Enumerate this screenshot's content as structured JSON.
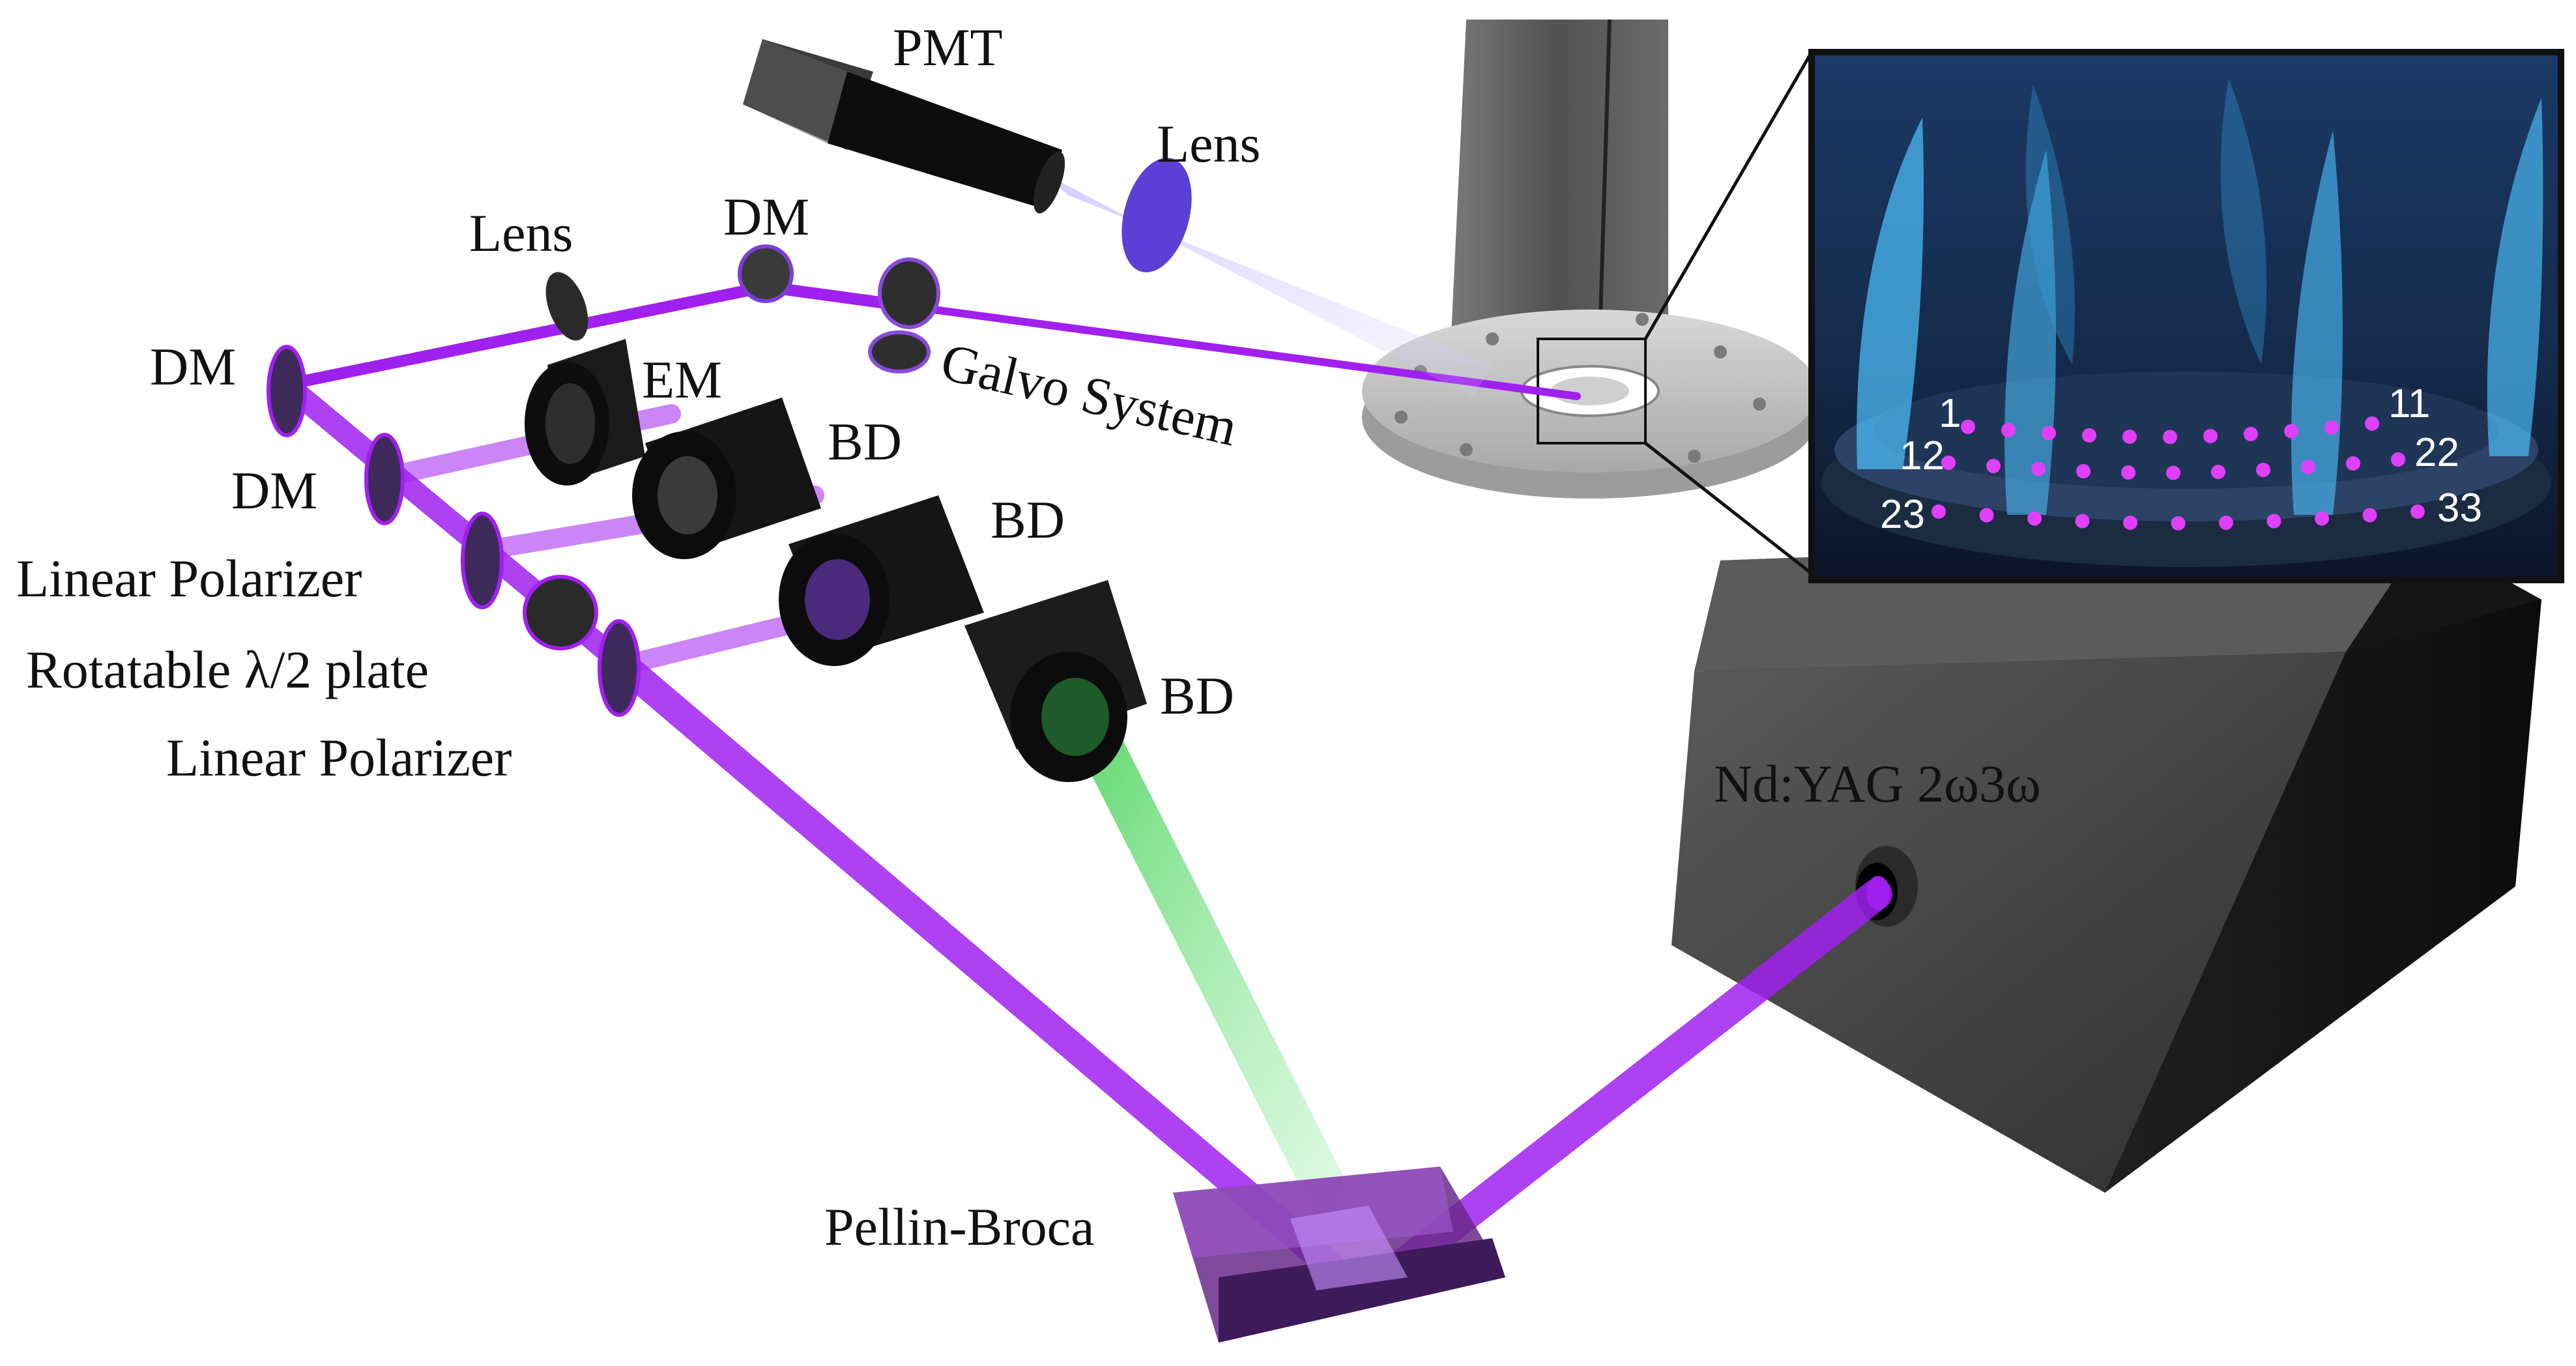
{
  "labels": {
    "pmt": "PMT",
    "lens_top": "Lens",
    "dm_top": "DM",
    "lens_left": "Lens",
    "galvo": "Galvo System",
    "dm_1": "DM",
    "em": "EM",
    "bd_1": "BD",
    "dm_2": "DM",
    "bd_2": "BD",
    "linear_polarizer_1": "Linear Polarizer",
    "rotatable_plate": "Rotatable λ/2 plate",
    "bd_3": "BD",
    "linear_polarizer_2": "Linear Polarizer",
    "laser": "Nd:YAG 2ω3ω",
    "prism": "Pellin-Broca"
  },
  "inset": {
    "point_labels": [
      "1",
      "11",
      "12",
      "22",
      "23",
      "33"
    ]
  },
  "colors": {
    "uv_beam": "#a020f0",
    "green_beam": "#2ecc40",
    "flame": "#4fc3ff",
    "measurement_point": "#e040fb",
    "hardware": "#1a1a1a"
  }
}
